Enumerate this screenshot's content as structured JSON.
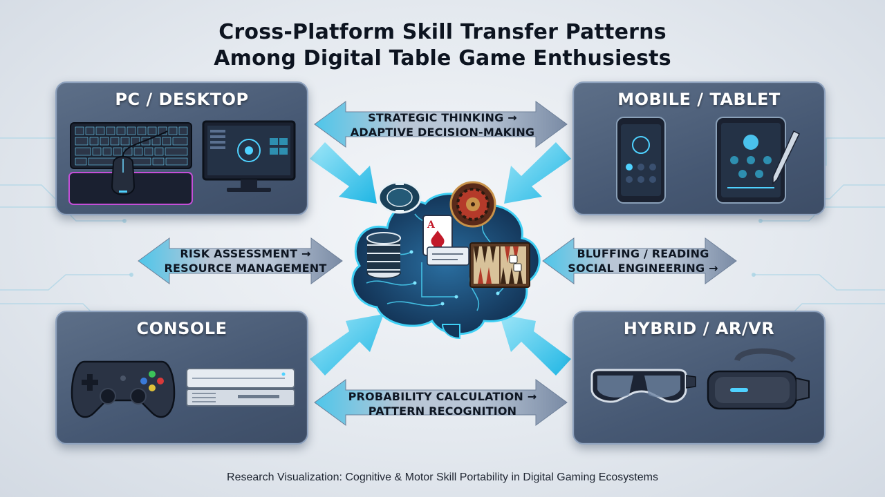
{
  "title": {
    "line1": "Cross-Platform Skill Transfer Patterns",
    "line2": "Among Digital Table Game Enthusiests"
  },
  "platforms": {
    "pc": {
      "label": "PC / DESKTOP",
      "icons": [
        "keyboard-icon",
        "mouse-icon",
        "monitor-icon"
      ]
    },
    "mobile": {
      "label": "MOBILE / TABLET",
      "icons": [
        "smartphone-icon",
        "tablet-icon",
        "stylus-icon"
      ]
    },
    "console": {
      "label": "CONSOLE",
      "icons": [
        "gamepad-icon",
        "console-box-icon"
      ]
    },
    "hybrid": {
      "label": "HYBRID / AR/VR",
      "icons": [
        "ar-glasses-icon",
        "vr-headset-icon"
      ]
    }
  },
  "transfers": {
    "top": {
      "line1": "STRATEGIC THINKING →",
      "line2": "ADAPTIVE DECISION-MAKING"
    },
    "left": {
      "line1": "RISK ASSESSMENT →",
      "line2": "RESOURCE MANAGEMENT"
    },
    "right": {
      "line1": "BLUFFING / READING",
      "line2": "SOCIAL ENGINEERING →"
    },
    "bottom": {
      "line1": "PROBABILITY CALCULATION →",
      "line2": "PATTERN RECOGNITION"
    }
  },
  "center": {
    "icon": "brain-icon",
    "game_icons": [
      "poker-chip-stack-icon",
      "roulette-wheel-icon",
      "playing-card-icon",
      "backgammon-board-icon"
    ]
  },
  "footer": "Research Visualization: Cognitive & Motor Skill Portability in Digital Gaming Ecosystems",
  "colors": {
    "panel": "#4f617b",
    "panel_border": "#8fa3bf",
    "accent_cyan": "#38c8ef",
    "arrow_gray": "#8597b1",
    "text_dark": "#0d1420"
  }
}
